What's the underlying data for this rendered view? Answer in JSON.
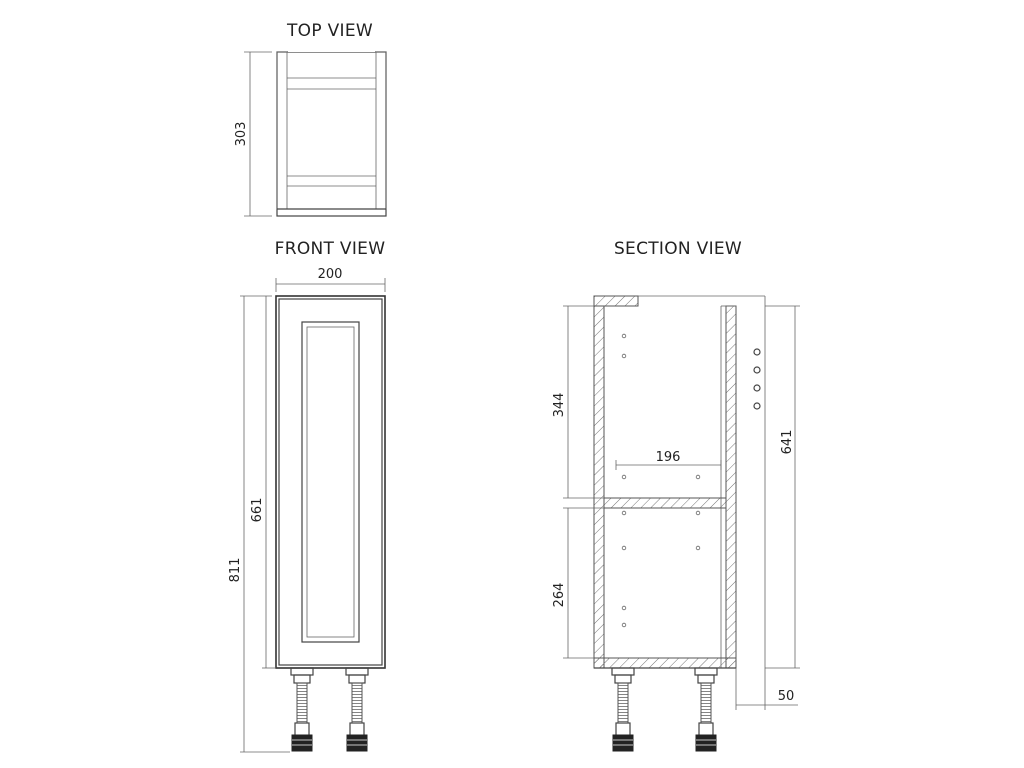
{
  "titles": {
    "top_view": "TOP VIEW",
    "front_view": "FRONT VIEW",
    "section_view": "SECTION VIEW"
  },
  "dimensions": {
    "top_depth": "303",
    "front_width": "200",
    "front_total_height": "811",
    "front_door_height": "661",
    "section_upper": "344",
    "section_lower": "264",
    "section_inner_width": "196",
    "section_height": "641",
    "section_leg_offset": "50"
  }
}
